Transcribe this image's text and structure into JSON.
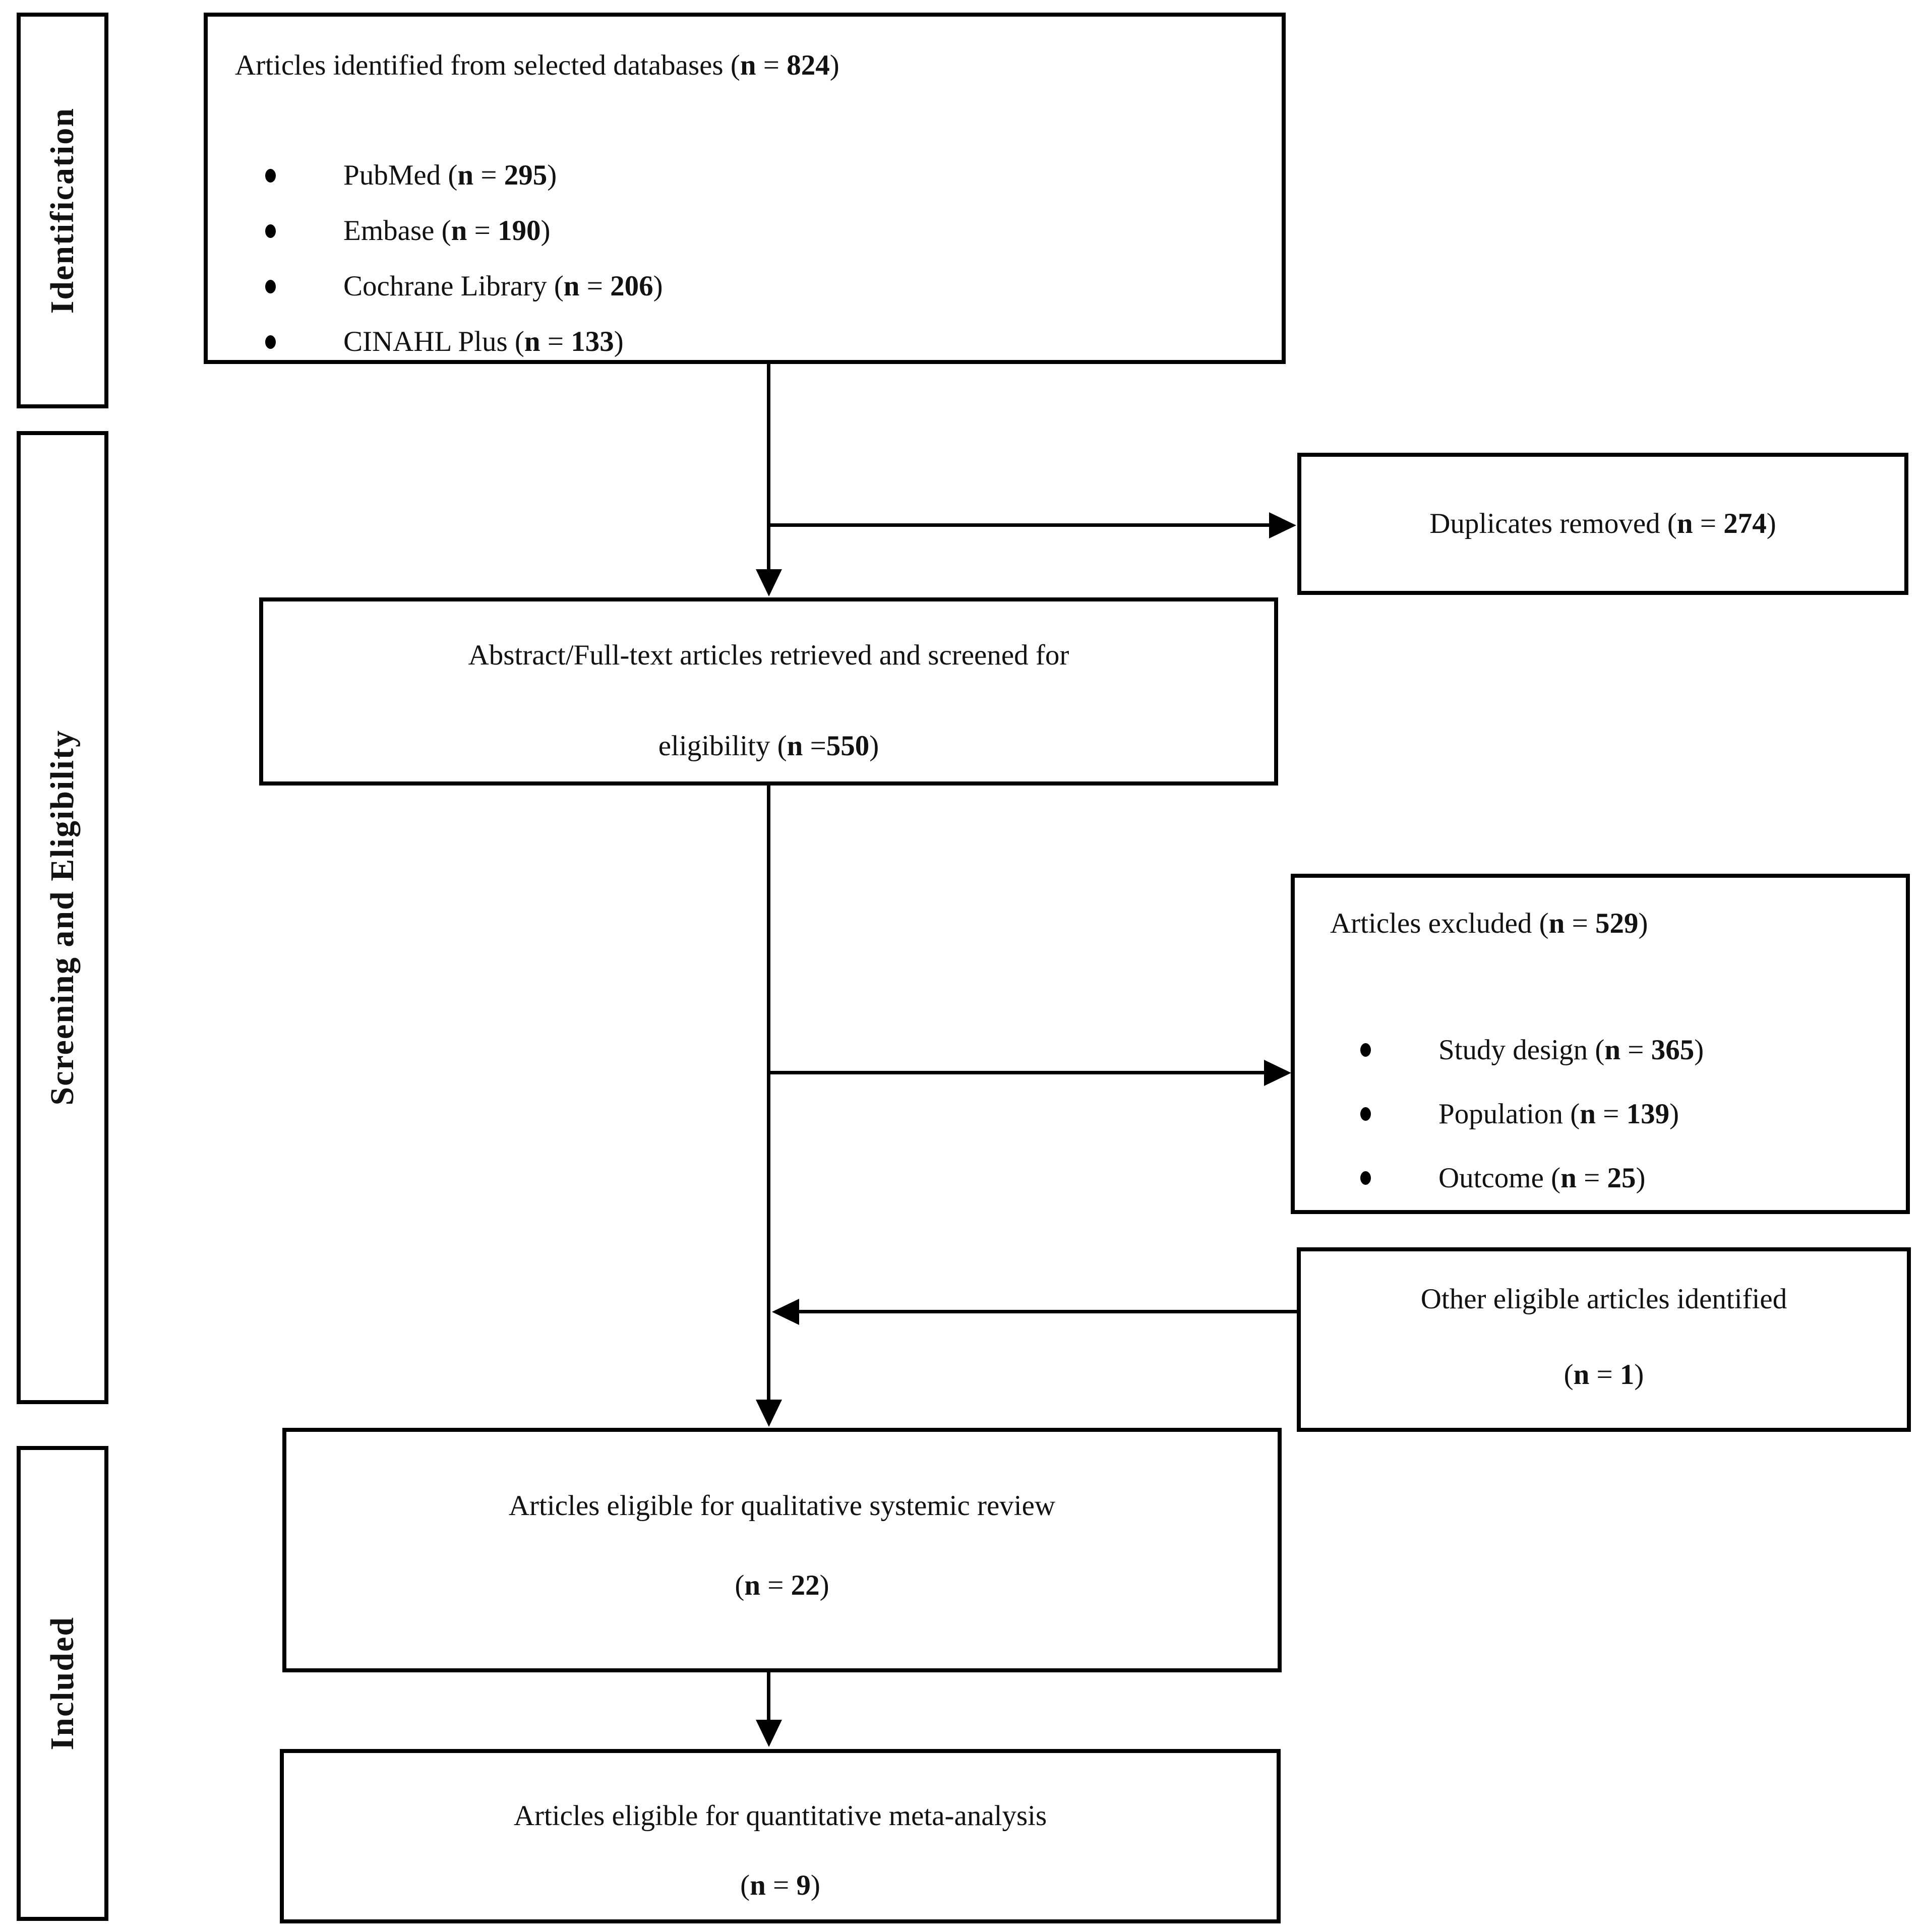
{
  "diagram": {
    "title": "PRISMA article selection flow diagram",
    "colors": {
      "line": "#000000",
      "text": "#121212",
      "background": "#ffffff"
    },
    "sidebar": [
      {
        "label": "Identification"
      },
      {
        "label": "Screening and Eligibility"
      },
      {
        "label": "Included"
      }
    ],
    "boxes": {
      "identified": {
        "title": "Articles identified from selected databases (n = 824)",
        "items": [
          "PubMed (n = 295)",
          "Embase (n = 190)",
          "Cochrane Library (n = 206)",
          "CINAHL Plus (n = 133)"
        ]
      },
      "duplicates": {
        "text": "Duplicates removed (n = 274)"
      },
      "screened": {
        "line1": "Abstract/Full-text articles retrieved and screened for",
        "line2": "eligibility (n =550)"
      },
      "excluded": {
        "title": "Articles excluded (n = 529)",
        "items": [
          "Study design (n = 365)",
          "Population (n = 139)",
          "Outcome (n = 25)"
        ]
      },
      "other": {
        "line1": "Other eligible articles identified",
        "line2": "(n = 1)"
      },
      "qualitative": {
        "line1": "Articles eligible for qualitative systemic review",
        "line2": "(n = 22)"
      },
      "quantitative": {
        "line1": "Articles eligible for quantitative meta-analysis",
        "line2": "(n = 9)"
      }
    }
  }
}
